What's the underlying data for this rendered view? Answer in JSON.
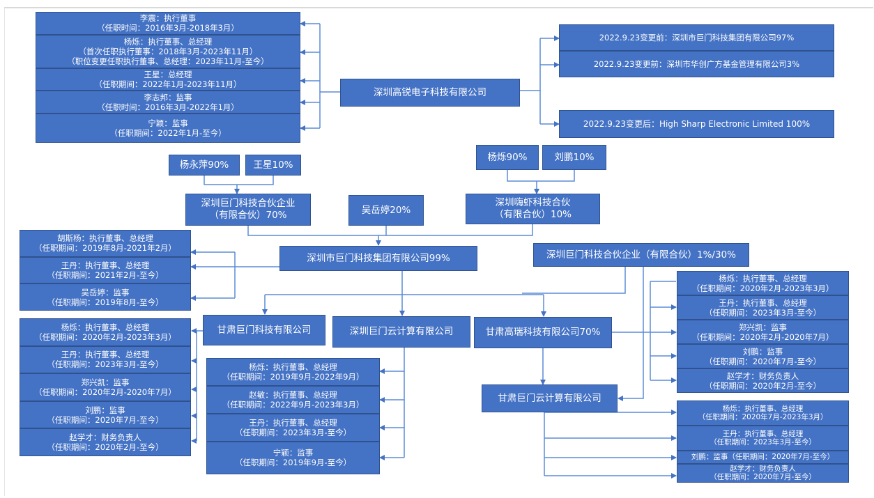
{
  "gaorui_officers": [
    "李震：执行董事\n（任职时间：2016年3月-2018年3月）",
    "杨烁：执行董事、总经理\n（首次任职执行董事：2018年3月-2023年11月）\n（职位变更任职执行董事、总经理：2023年11月-至今）",
    "王星：总经理\n（任职期间：2022年1月-2023年11月）",
    "李志邦：监事\n（任职时间：2016年3月-2022年1月）",
    "宁颖：监事\n（任职期间：2022年1月-至今）"
  ],
  "gaorui_company": "深圳高锐电子科技有限公司",
  "shareholder_changes": [
    "2022.9.23变更前：深圳市巨门科技集团有限公司97%",
    "2022.9.23变更前：深圳市华创广方基金管理有限公司3%"
  ],
  "shareholder_after": "2022.9.23变更后：High Sharp Electronic Limited 100%",
  "yang_yongping": "杨永萍90%",
  "wang_xing": "王星10%",
  "jumen_partnership_70": "深圳巨门科技合伙企业\n（有限合伙）70%",
  "wu_yueting": "吴岳婷20%",
  "yang_shuo": "杨烁90%",
  "liu_peng": "刘鹏10%",
  "haixia_partnership": "深圳嗨虾科技合伙\n（有限合伙）10%",
  "jumen_group": "深圳市巨门科技集团有限公司99%",
  "jumen_partnership_1_30": "深圳巨门科技合伙企业（有限合伙）1%/30%",
  "group_officers": [
    "胡斯杨：执行董事、总经理\n（任职期间：2019年8月-2021年2月）",
    "王丹：执行董事、总经理\n（任职期间：2021年2月-至今）",
    "吴岳婷：监事\n（任职期间：2019年8月-至今）"
  ],
  "gansu_jumen": "甘肃巨门科技有限公司",
  "shenzhen_cloud": "深圳巨门云计算有限公司",
  "gansu_gaorui": "甘肃高瑞科技有限公司70%",
  "gansu_cloud": "甘肃巨门云计算有限公司",
  "gansu_jumen_officers": [
    "杨烁：执行董事、总经理\n（任职期间：2020年2月-2023年3月）",
    "王丹：执行董事、总经理\n（任职期间：2023年3月-至今）",
    "郑兴凯：监事\n（任职期间：2020年2月-2020年7月）",
    "刘鹏：监事\n（任职期间：2020年7月-至今）",
    "赵学才：财务负责人\n（任职期间：2020年2月-至今）"
  ],
  "shenzhen_cloud_officers": [
    "杨烁：执行董事、总经理\n（任职期间：2019年9月-2022年9月）",
    "赵敏：执行董事、总经理\n（任职期间：2022年9月-2023年3月）",
    "王丹：执行董事、总经理\n（任职期间：2023年3月-至今）",
    "宁颖：监事\n（任职期间：2019年9月-至今）"
  ],
  "gansu_gaorui_officers": [
    "杨烁：执行董事、总经理\n（任职期间：2020年2月-2023年3月）",
    "王丹：执行董事、总经理\n（任职期间：2023年3月-至今）",
    "郑兴凯：监事\n（任职期间：2020年2月-2020年7月）",
    "刘鹏：监事\n（任职期间：2020年7月-至今）",
    "赵学才：财务负责人\n（任职期间：2020年2月-至今）"
  ],
  "gansu_cloud_officers": [
    "杨烁：执行董事、总经理\n（任职期间：2020年7月-2023年3月）",
    "王丹：执行董事、总经理\n（任职期间：2023年3月-至今）",
    "刘鹏：监事（任职期间：2020年7月-至今）",
    "赵学才：财务负责人\n（任职期间：2020年7月-至今）"
  ]
}
